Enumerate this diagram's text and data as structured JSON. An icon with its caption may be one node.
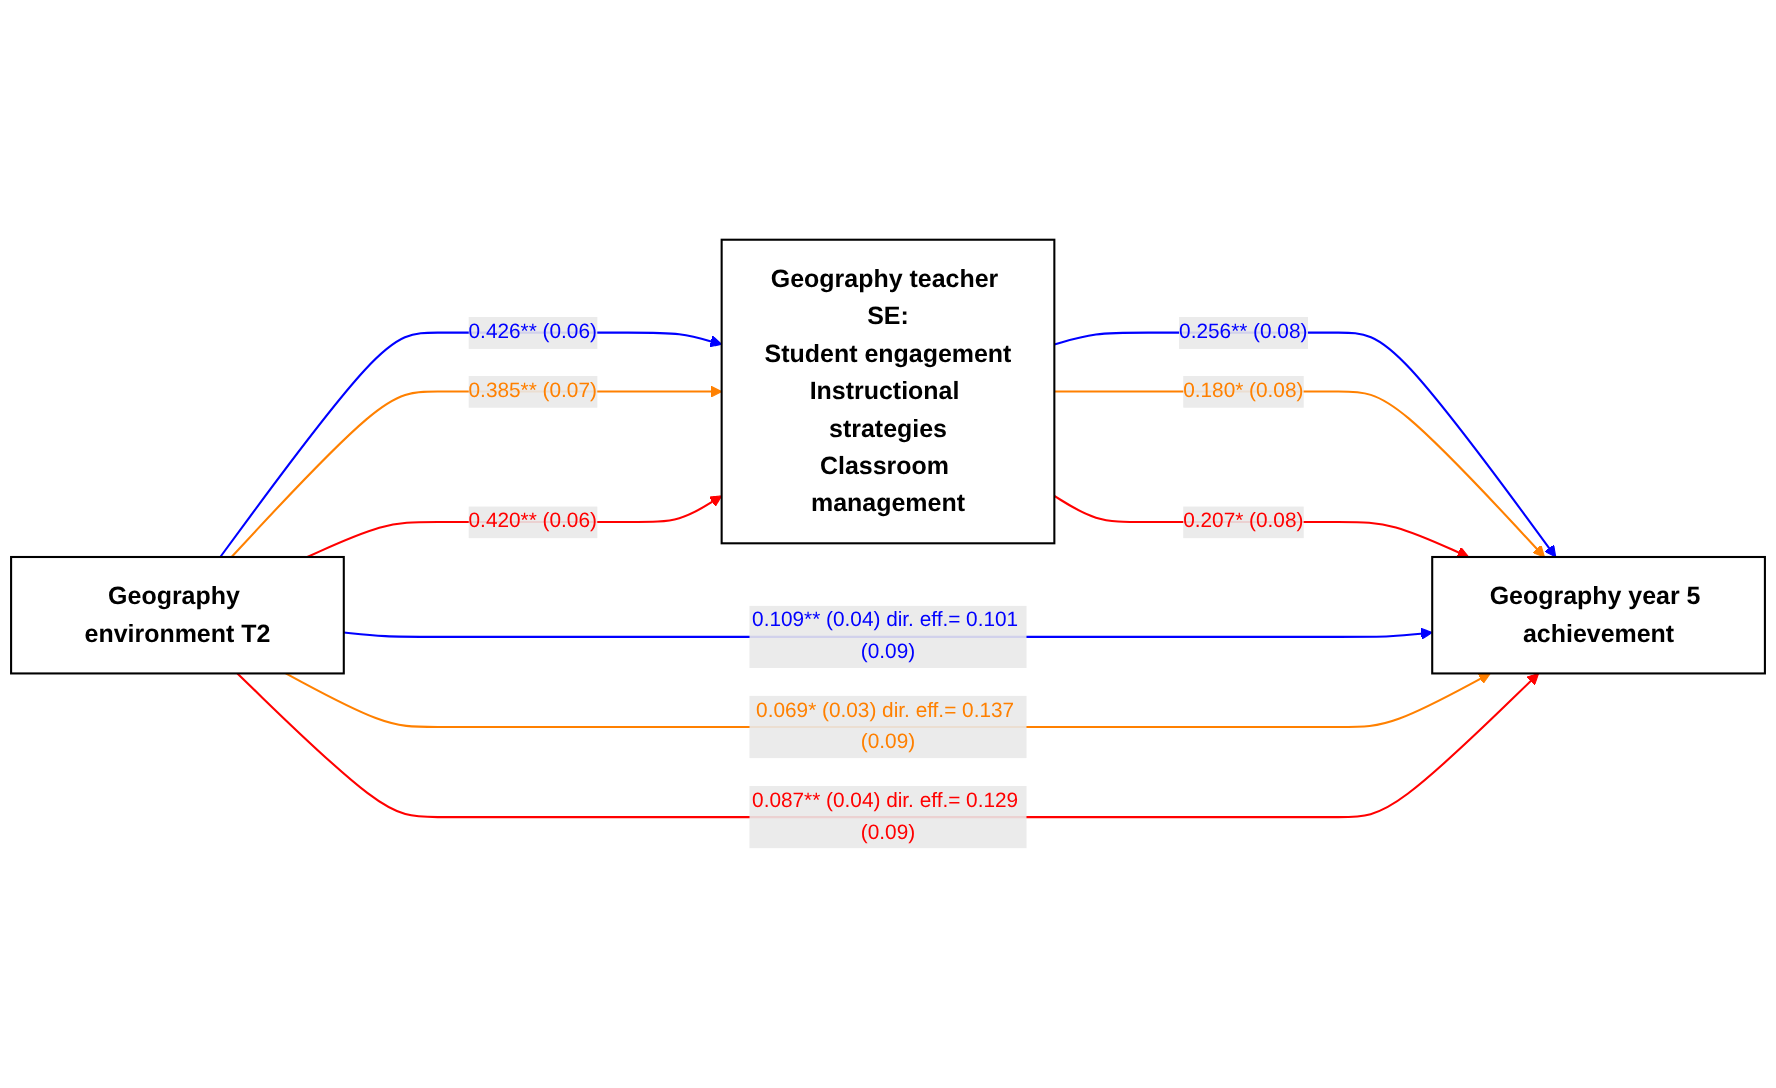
{
  "diagram": {
    "nodes": [
      {
        "text": [
          "Geography teacher SE:",
          "Student engagement",
          "Instructional strategies",
          "Classroom management"
        ]
      },
      {
        "text": [
          "Geography environment T2"
        ]
      },
      {
        "text": [
          "Geography year 5 achievement"
        ]
      }
    ],
    "edges": [
      {
        "from": 1,
        "to": 0,
        "arrow": "to",
        "label": "0.426** (0.06)",
        "color": "#0000ff"
      },
      {
        "from": 1,
        "to": 0,
        "arrow": "to",
        "label": "0.385** (0.07)",
        "color": "#ff8000"
      },
      {
        "from": 1,
        "to": 0,
        "arrow": "to",
        "label": "0.420** (0.06)",
        "color": "#ff0000"
      },
      {
        "from": 0,
        "to": 2,
        "arrow": "to",
        "label": "0.256** (0.08)",
        "color": "#0000ff"
      },
      {
        "from": 0,
        "to": 2,
        "arrow": "to",
        "label": "0.180* (0.08)",
        "color": "#ff8000"
      },
      {
        "from": 0,
        "to": 2,
        "arrow": "to",
        "label": "0.207* (0.08)",
        "color": "#ff0000"
      },
      {
        "from": 1,
        "to": 2,
        "arrow": "to",
        "label": "0.109** (0.04) dir. eff.= 0.101 (0.09)",
        "color": "#0000ff"
      },
      {
        "from": 1,
        "to": 2,
        "arrow": "to",
        "label": "0.069* (0.03) dir. eff.= 0.137 (0.09)",
        "color": "#ff8000"
      },
      {
        "from": 1,
        "to": 2,
        "arrow": "to",
        "label": "0.087** (0.04) dir. eff.= 0.129 (0.09)",
        "color": "#ff0000"
      }
    ]
  }
}
